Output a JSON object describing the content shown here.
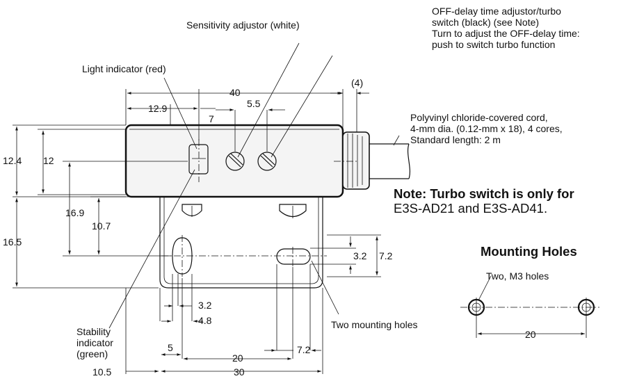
{
  "callouts": {
    "off_delay_1": "OFF-delay time adjustor/turbo",
    "off_delay_2": "switch (black) (see Note)",
    "off_delay_3": "Turn to adjust the OFF-delay time:",
    "off_delay_4": "push to switch turbo function",
    "sensitivity": "Sensitivity adjustor (white)",
    "light_indicator": "Light indicator (red)",
    "cord_1": "Polyvinyl chloride-covered cord,",
    "cord_2": "4-mm dia. (0.12-mm x 18), 4 cores,",
    "cord_3": "Standard length: 2 m",
    "stability_1": "Stability",
    "stability_2": "indicator",
    "stability_3": "(green)",
    "mounting_holes_callout": "Two mounting holes"
  },
  "note": {
    "line1": "Note:  Turbo switch is only for",
    "line2": "E3S-AD21 and E3S-AD41."
  },
  "mounting": {
    "title": "Mounting Holes",
    "holes_label": "Two, M3 holes",
    "spacing": "20"
  },
  "dimensions": {
    "width_40": "40",
    "cord_4": "(4)",
    "d_12_9": "12.9",
    "d_7": "7",
    "d_5_5": "5.5",
    "d_12_4": "12.4",
    "d_12": "12",
    "d_16_9": "16.9",
    "d_10_7": "10.7",
    "d_16_5": "16.5",
    "d_3_2_right": "3.2",
    "d_7_2_right": "7.2",
    "d_3_2_bottom": "3.2",
    "d_4_8": "4.8",
    "d_5": "5",
    "d_20": "20",
    "d_7_2_bottom": "7.2",
    "d_10_5": "10.5",
    "d_30": "30"
  }
}
